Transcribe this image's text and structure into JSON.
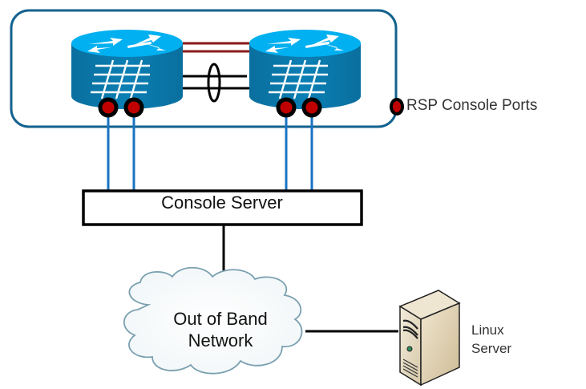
{
  "diagram": {
    "title": "RSP Console Connectivity via Out of Band Network",
    "nodes": {
      "router_left": {
        "label": "",
        "type": "router-switch",
        "icon": "router-icon"
      },
      "router_right": {
        "label": "",
        "type": "router-switch",
        "icon": "router-icon"
      },
      "console_server": {
        "label": "Console Server"
      },
      "oob_network": {
        "label_line1": "Out of Band",
        "label_line2": "Network"
      },
      "linux_server": {
        "label_line1": "Linux",
        "label_line2": "Server",
        "icon": "server-tower-icon"
      }
    },
    "legend": {
      "rsp_ports": {
        "label": "RSP Console Ports",
        "icon": "console-port-icon"
      }
    },
    "links": [
      {
        "from": "router_left",
        "to": "router_right",
        "style": "double-red"
      },
      {
        "from": "router_left",
        "to": "router_right",
        "style": "bundled-black"
      },
      {
        "from": "router_left.port1",
        "to": "console_server",
        "color": "#1a73c2"
      },
      {
        "from": "router_left.port2",
        "to": "console_server",
        "color": "#1a73c2"
      },
      {
        "from": "router_right.port1",
        "to": "console_server",
        "color": "#1a73c2"
      },
      {
        "from": "router_right.port2",
        "to": "console_server",
        "color": "#1a73c2"
      },
      {
        "from": "console_server",
        "to": "oob_network",
        "color": "#000000"
      },
      {
        "from": "oob_network",
        "to": "linux_server",
        "color": "#000000"
      }
    ],
    "colors": {
      "router_top": "#00b0f0",
      "router_body": "#0a7cb0",
      "container_border": "#13628e",
      "port_fill": "#c00000",
      "red_link": "#8b1a1a",
      "console_link": "#1a73c2",
      "cloud_border": "#7aa0b0"
    }
  }
}
